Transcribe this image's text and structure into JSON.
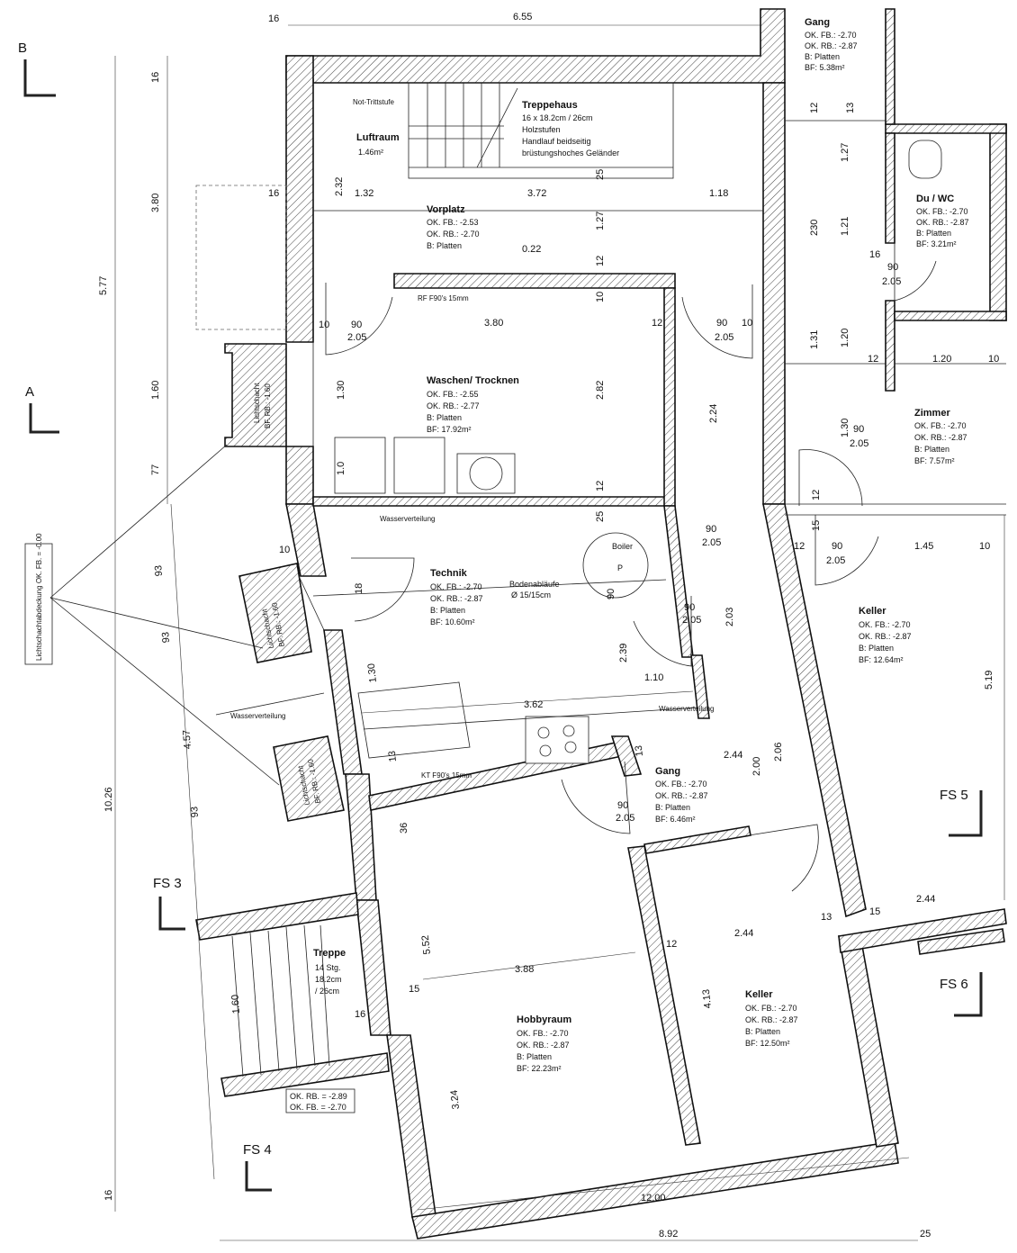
{
  "rooms": {
    "gang_top": {
      "title": "Gang",
      "lines": [
        "OK. FB.: -2.70",
        "OK. RB.: -2.87",
        "B: Platten",
        "BF: 5.38m²"
      ]
    },
    "luftraum": {
      "title": "Luftraum",
      "lines": [
        "1.46m²"
      ]
    },
    "treppenhaus": {
      "title": "Treppehaus",
      "lines": [
        "16 x 18.2cm / 26cm",
        "Holzstufen",
        "Handlauf beidseitig",
        "brüstungshoches Geländer"
      ],
      "note": "Not-Trittstufe"
    },
    "du_wc": {
      "title": "Du / WC",
      "lines": [
        "OK. FB.: -2.70",
        "OK. RB.: -2.87",
        "B: Platten",
        "BF: 3.21m²"
      ]
    },
    "vorplatz": {
      "title": "Vorplatz",
      "lines": [
        "OK. FB.: -2.53",
        "OK. RB.: -2.70",
        "B: Platten"
      ]
    },
    "waschen": {
      "title": "Waschen/ Trocknen",
      "lines": [
        "OK. FB.: -2.55",
        "OK. RB.: -2.77",
        "B: Platten",
        "BF: 17.92m²"
      ]
    },
    "zimmer": {
      "title": "Zimmer",
      "lines": [
        "OK. FB.: -2.70",
        "OK. RB.: -2.87",
        "B: Platten",
        "BF: 7.57m²"
      ]
    },
    "technik": {
      "title": "Technik",
      "lines": [
        "OK. FB.: -2.70",
        "OK. RB.: -2.87",
        "B: Platten",
        "BF: 10.60m²"
      ]
    },
    "keller_right": {
      "title": "Keller",
      "lines": [
        "OK. FB.: -2.70",
        "OK. RB.: -2.87",
        "B: Platten",
        "BF: 12.64m²"
      ]
    },
    "gang_mid": {
      "title": "Gang",
      "lines": [
        "OK. FB.: -2.70",
        "OK. RB.: -2.87",
        "B: Platten",
        "BF: 6.46m²"
      ]
    },
    "treppe": {
      "title": "Treppe",
      "lines": [
        "14 Stg.",
        "18.2cm",
        "/ 26cm"
      ]
    },
    "hobbyraum": {
      "title": "Hobbyraum",
      "lines": [
        "OK. FB.: -2.70",
        "OK. RB.: -2.87",
        "B: Platten",
        "BF: 22.23m²"
      ]
    },
    "keller_bottom": {
      "title": "Keller",
      "lines": [
        "OK. FB.: -2.70",
        "OK. RB.: -2.87",
        "B: Platten",
        "BF: 12.50m²"
      ]
    }
  },
  "labels": {
    "lichtschacht": "Lichtschacht",
    "lichtschacht_sub": "BF. RB.: -1.60",
    "boiler": "Boiler",
    "boiler_p": "P",
    "bodenablaeufe_1": "Bodenabläufe",
    "bodenablaeufe_2": "Ø 15/15cm",
    "wasserverteilung": "Wasserverteilung",
    "rf_f90": "RF F90's 15mm",
    "kt_f90": "KT F90's 15mm",
    "ok_rb_treppe": "OK. RB. = -2.89",
    "ok_fb_treppe": "OK. FB. = -2.70",
    "lichtschacht_tag": "Lichtschachtabdeckung OK. FB. = -0.00"
  },
  "markers": {
    "b": "B",
    "a": "A",
    "fs3": "FS 3",
    "fs4": "FS 4",
    "fs5": "FS 5",
    "fs6": "FS 6"
  },
  "dims": {
    "top_16": "16",
    "top_655": "6.55",
    "left_16_top": "16",
    "left_380": "3.80",
    "left_577": "5.77",
    "left_160": "1.60",
    "left_77": "77",
    "left_93a": "93",
    "left_93b": "93",
    "left_457": "4.57",
    "left_93c": "93",
    "left_1026": "10.26",
    "left_16_bottom": "16",
    "d232": "2.32",
    "d16v": "16",
    "d132": "1.32",
    "d372": "3.72",
    "d118": "1.18",
    "d127": "1.27",
    "d025": "25",
    "d022": "0.22",
    "d12a": "12",
    "d10a": "10",
    "d10b": "10",
    "d90a": "90",
    "d205a": "2.05",
    "d380": "3.80",
    "d12b": "12",
    "d90b": "90",
    "d10c": "10",
    "d205b": "2.05",
    "d282": "2.82",
    "d224": "2.24",
    "d130a": "1.30",
    "d10v": "1.0",
    "d12c": "12",
    "d25b": "25",
    "d90c": "90",
    "d205c": "2.05",
    "d10d": "10",
    "d18": "18",
    "d90d": "90",
    "d90e": "90",
    "d205d": "2.05",
    "d203": "2.03",
    "d239": "2.39",
    "d110": "1.10",
    "d362": "3.62",
    "d130b": "1.30",
    "d13a": "13",
    "d13b": "13",
    "d244a": "2.44",
    "d200": "2.00",
    "d206": "2.06",
    "d90f": "90",
    "d205e": "2.05",
    "d36": "36",
    "d552": "5.52",
    "d388": "3.88",
    "d15a": "15",
    "d16b": "16",
    "d324": "3.24",
    "d160": "1.60",
    "d12d": "12",
    "d244b": "2.44",
    "d413": "4.13",
    "d13c": "13",
    "d15b": "15",
    "d244c": "2.44",
    "d1200": "12.00",
    "d892": "8.92",
    "d25c": "25",
    "r12a": "12",
    "r13a": "13",
    "r127": "1.27",
    "r230": "230",
    "r121": "1.21",
    "r16": "16",
    "r90a": "90",
    "r205a": "2.05",
    "r131": "1.31",
    "r120a": "1.20",
    "r12b": "12",
    "r120b": "1.20",
    "r10a": "10",
    "r130": "1.30",
    "r90b": "90",
    "r205b": "2.05",
    "r12c": "12",
    "r15": "15",
    "r12d": "12",
    "r90c": "90",
    "r205c": "2.05",
    "r145": "1.45",
    "r10b": "10",
    "r519": "5.19"
  }
}
